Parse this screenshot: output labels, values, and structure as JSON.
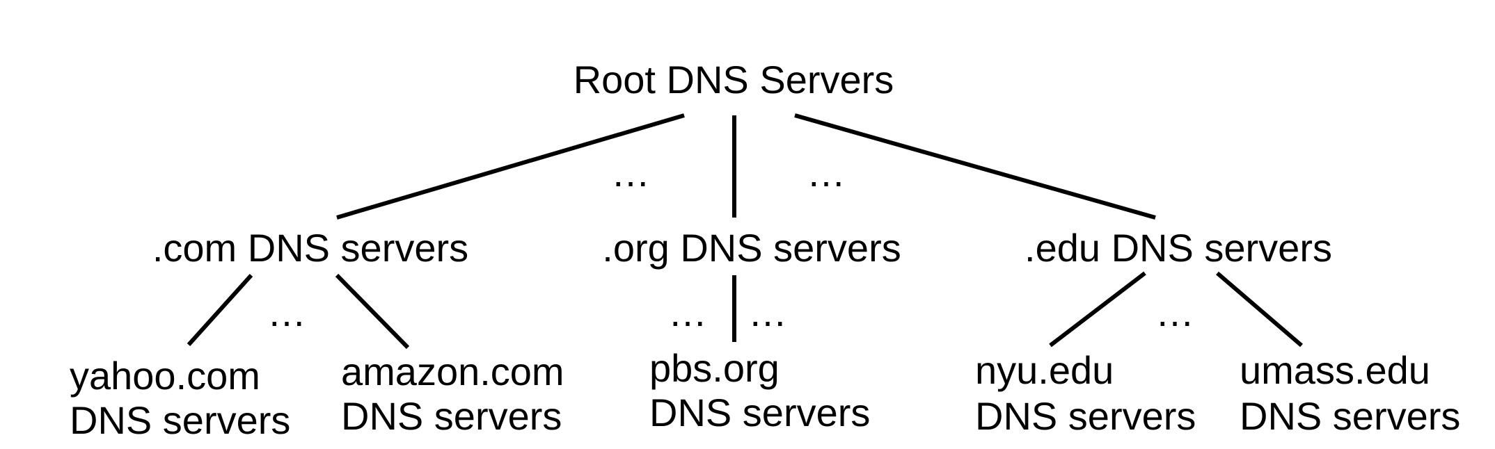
{
  "diagram": {
    "root": {
      "label": "Root DNS Servers"
    },
    "tld": [
      {
        "label": ".com DNS servers"
      },
      {
        "label": ".org DNS servers"
      },
      {
        "label": ".edu DNS servers"
      }
    ],
    "authoritative": [
      {
        "line1": "yahoo.com",
        "line2": "DNS servers"
      },
      {
        "line1": "amazon.com",
        "line2": "DNS servers"
      },
      {
        "line1": "pbs.org",
        "line2": "DNS servers"
      },
      {
        "line1": "nyu.edu",
        "line2": "DNS servers"
      },
      {
        "line1": "umass.edu",
        "line2": "DNS servers"
      }
    ],
    "ellipsis": "…"
  }
}
